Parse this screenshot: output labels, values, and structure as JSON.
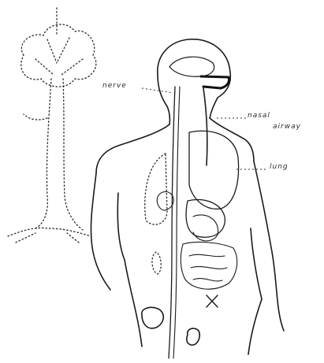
{
  "labels": {
    "left_label": "nerve",
    "right_label_1": "nasal",
    "right_label_2": "airway",
    "right_label_3": "lung"
  }
}
